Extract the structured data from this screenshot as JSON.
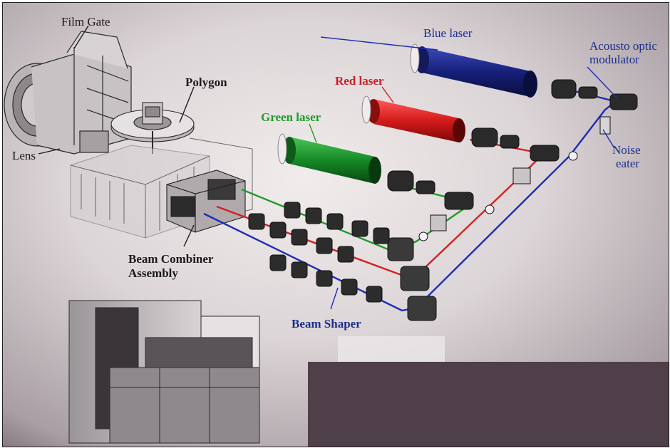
{
  "labels": {
    "film_gate": "Film Gate",
    "polygon": "Polygon",
    "lens": "Lens",
    "beam_combiner": [
      "Beam Combiner",
      "Assembly"
    ],
    "blue_laser": "Blue laser",
    "red_laser": "Red laser",
    "green_laser": "Green laser",
    "acousto_optic": [
      "Acousto optic",
      "modulator"
    ],
    "noise_eater": [
      "Noise",
      "eater"
    ],
    "beam_shaper": "Beam Shaper"
  },
  "colors": {
    "blue_laser": "#1e2a8a",
    "red_laser": "#d42020",
    "green_laser": "#1c8a2a",
    "blue_text": "#1a2d8c",
    "red_text": "#c8202a",
    "green_text": "#1f9a2a",
    "dark_text": "#1a1a1a",
    "background": "#d9d3d5",
    "dark_panel": "#4e3f48"
  }
}
